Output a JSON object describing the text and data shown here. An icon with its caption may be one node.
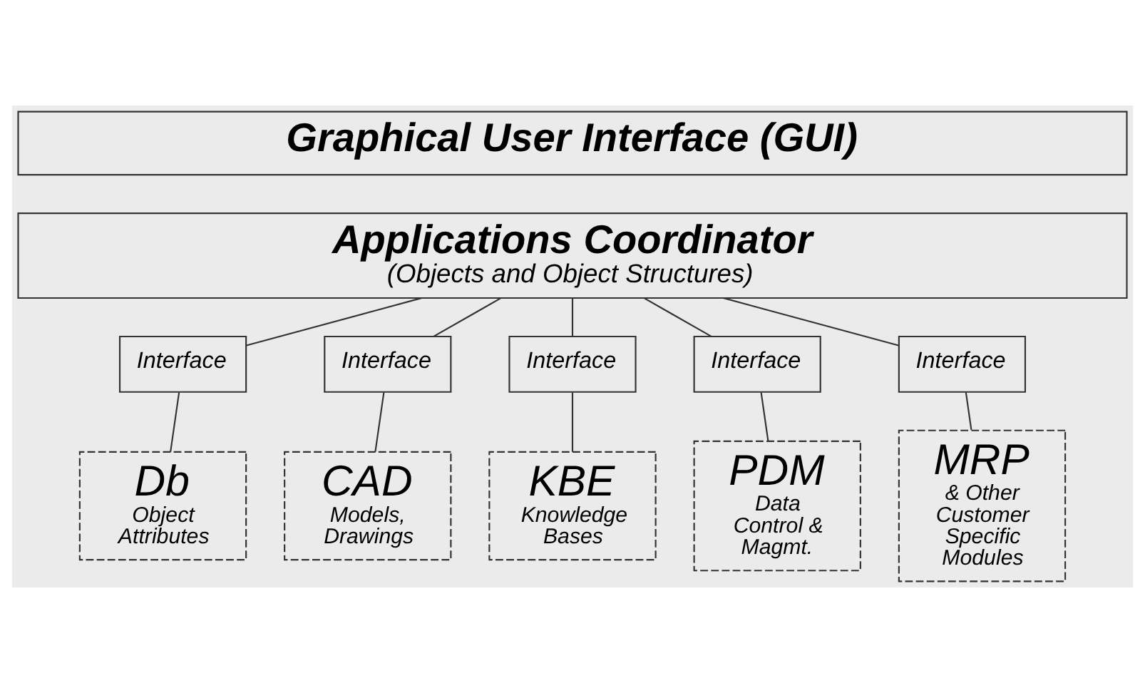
{
  "diagram": {
    "nodes": [
      {
        "text": [
          "Graphical User Interface (GUI)"
        ]
      },
      {
        "text": [
          "Applications Coordinator",
          "(Objects and Object Structures)"
        ]
      },
      {
        "text": [
          "Interface"
        ]
      },
      {
        "text": [
          "Interface"
        ]
      },
      {
        "text": [
          "Interface"
        ]
      },
      {
        "text": [
          "Interface"
        ]
      },
      {
        "text": [
          "Interface"
        ]
      },
      {
        "text": [
          "Db",
          "Object Attributes"
        ]
      },
      {
        "text": [
          "CAD",
          "Models, Drawings"
        ]
      },
      {
        "text": [
          "KBE",
          "Knowledge Bases"
        ]
      },
      {
        "text": [
          "PDM",
          "Data Control & Magmt."
        ]
      },
      {
        "text": [
          "MRP",
          "& Other Customer Specific Modules"
        ]
      }
    ],
    "edges": [
      {
        "from": 1,
        "to": 2,
        "arrow": "none"
      },
      {
        "from": 1,
        "to": 3,
        "arrow": "none"
      },
      {
        "from": 1,
        "to": 4,
        "arrow": "none"
      },
      {
        "from": 1,
        "to": 5,
        "arrow": "none"
      },
      {
        "from": 1,
        "to": 6,
        "arrow": "none"
      },
      {
        "from": 2,
        "to": 7,
        "arrow": "none"
      },
      {
        "from": 3,
        "to": 8,
        "arrow": "none"
      },
      {
        "from": 4,
        "to": 9,
        "arrow": "none"
      },
      {
        "from": 5,
        "to": 10,
        "arrow": "none"
      },
      {
        "from": 6,
        "to": 11,
        "arrow": "none"
      }
    ]
  }
}
